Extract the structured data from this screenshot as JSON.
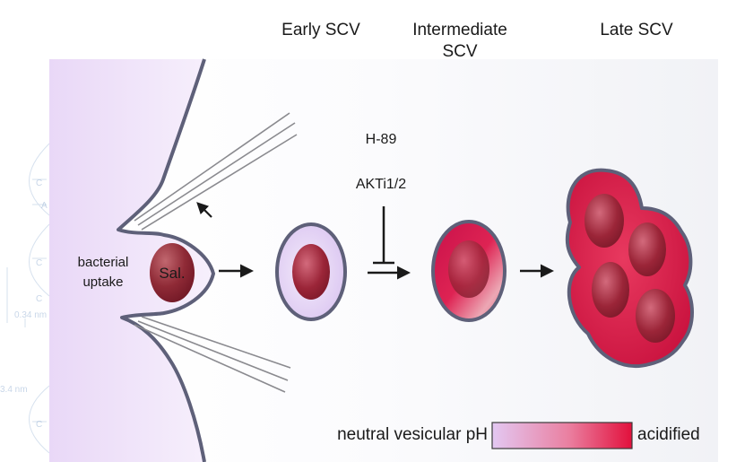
{
  "stages": {
    "early": "Early SCV",
    "intermediate_line1": "Intermediate",
    "intermediate_line2": "SCV",
    "late": "Late SCV"
  },
  "inhibitors": {
    "first": "H-89",
    "second": "AKTi1/2"
  },
  "uptake": {
    "line1": "bacterial",
    "line2": "uptake",
    "bacterium": "Sal."
  },
  "legend": {
    "left": "neutral vesicular pH",
    "right": "acidified",
    "colors": {
      "neutral": "#e3c8f2",
      "acidic": "#e2103c"
    }
  },
  "watermark": {
    "scale1": "0.34 nm",
    "scale2": "3.4 nm",
    "bases": [
      "C",
      "A",
      "C",
      "C",
      "C"
    ]
  }
}
